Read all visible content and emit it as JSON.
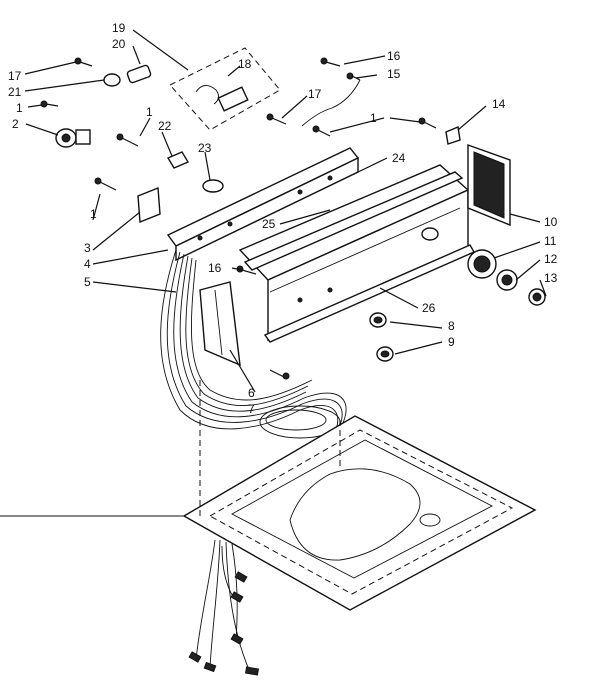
{
  "callouts": {
    "c1a": "1",
    "c1b": "1",
    "c1c": "1",
    "c1d": "1",
    "c2": "2",
    "c3": "3",
    "c4": "4",
    "c5": "5",
    "c6": "6",
    "c7": "7",
    "c8": "8",
    "c9": "9",
    "c10": "10",
    "c11": "11",
    "c12": "12",
    "c13": "13",
    "c14": "14",
    "c15": "15",
    "c16a": "16",
    "c16b": "16",
    "c17a": "17",
    "c17b": "17",
    "c18": "18",
    "c19": "19",
    "c20": "20",
    "c21": "21",
    "c22": "22",
    "c23": "23",
    "c24": "24",
    "c25": "25",
    "c26": "26"
  }
}
